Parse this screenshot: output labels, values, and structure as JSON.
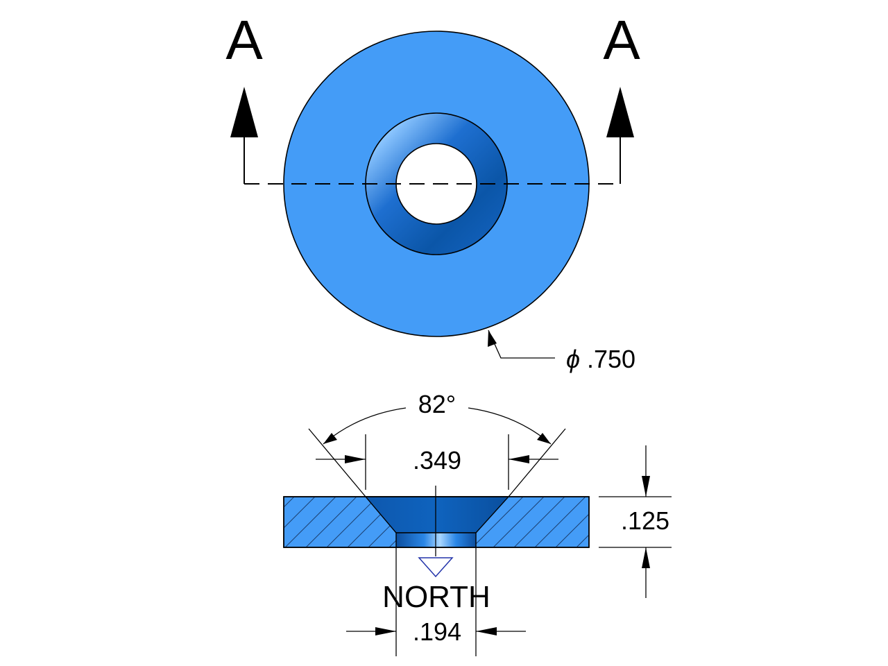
{
  "section_labels": {
    "left": "A",
    "right": "A"
  },
  "dimensions": {
    "outer_diameter_symbol": "ϕ",
    "outer_diameter": ".750",
    "countersink_angle": "82°",
    "countersink_diameter": ".349",
    "thickness": ".125",
    "through_hole": ".194"
  },
  "pole_label": "NORTH",
  "colors": {
    "magnet_face": "#449CF7",
    "countersink_dark": "#0F5FB6",
    "hole": "#FFFFFF",
    "lines": "#000000",
    "pole_marker": "#2233AA"
  },
  "icons": {
    "pole_marker": "triangle-down-icon",
    "view_arrow": "arrow-up-icon"
  }
}
